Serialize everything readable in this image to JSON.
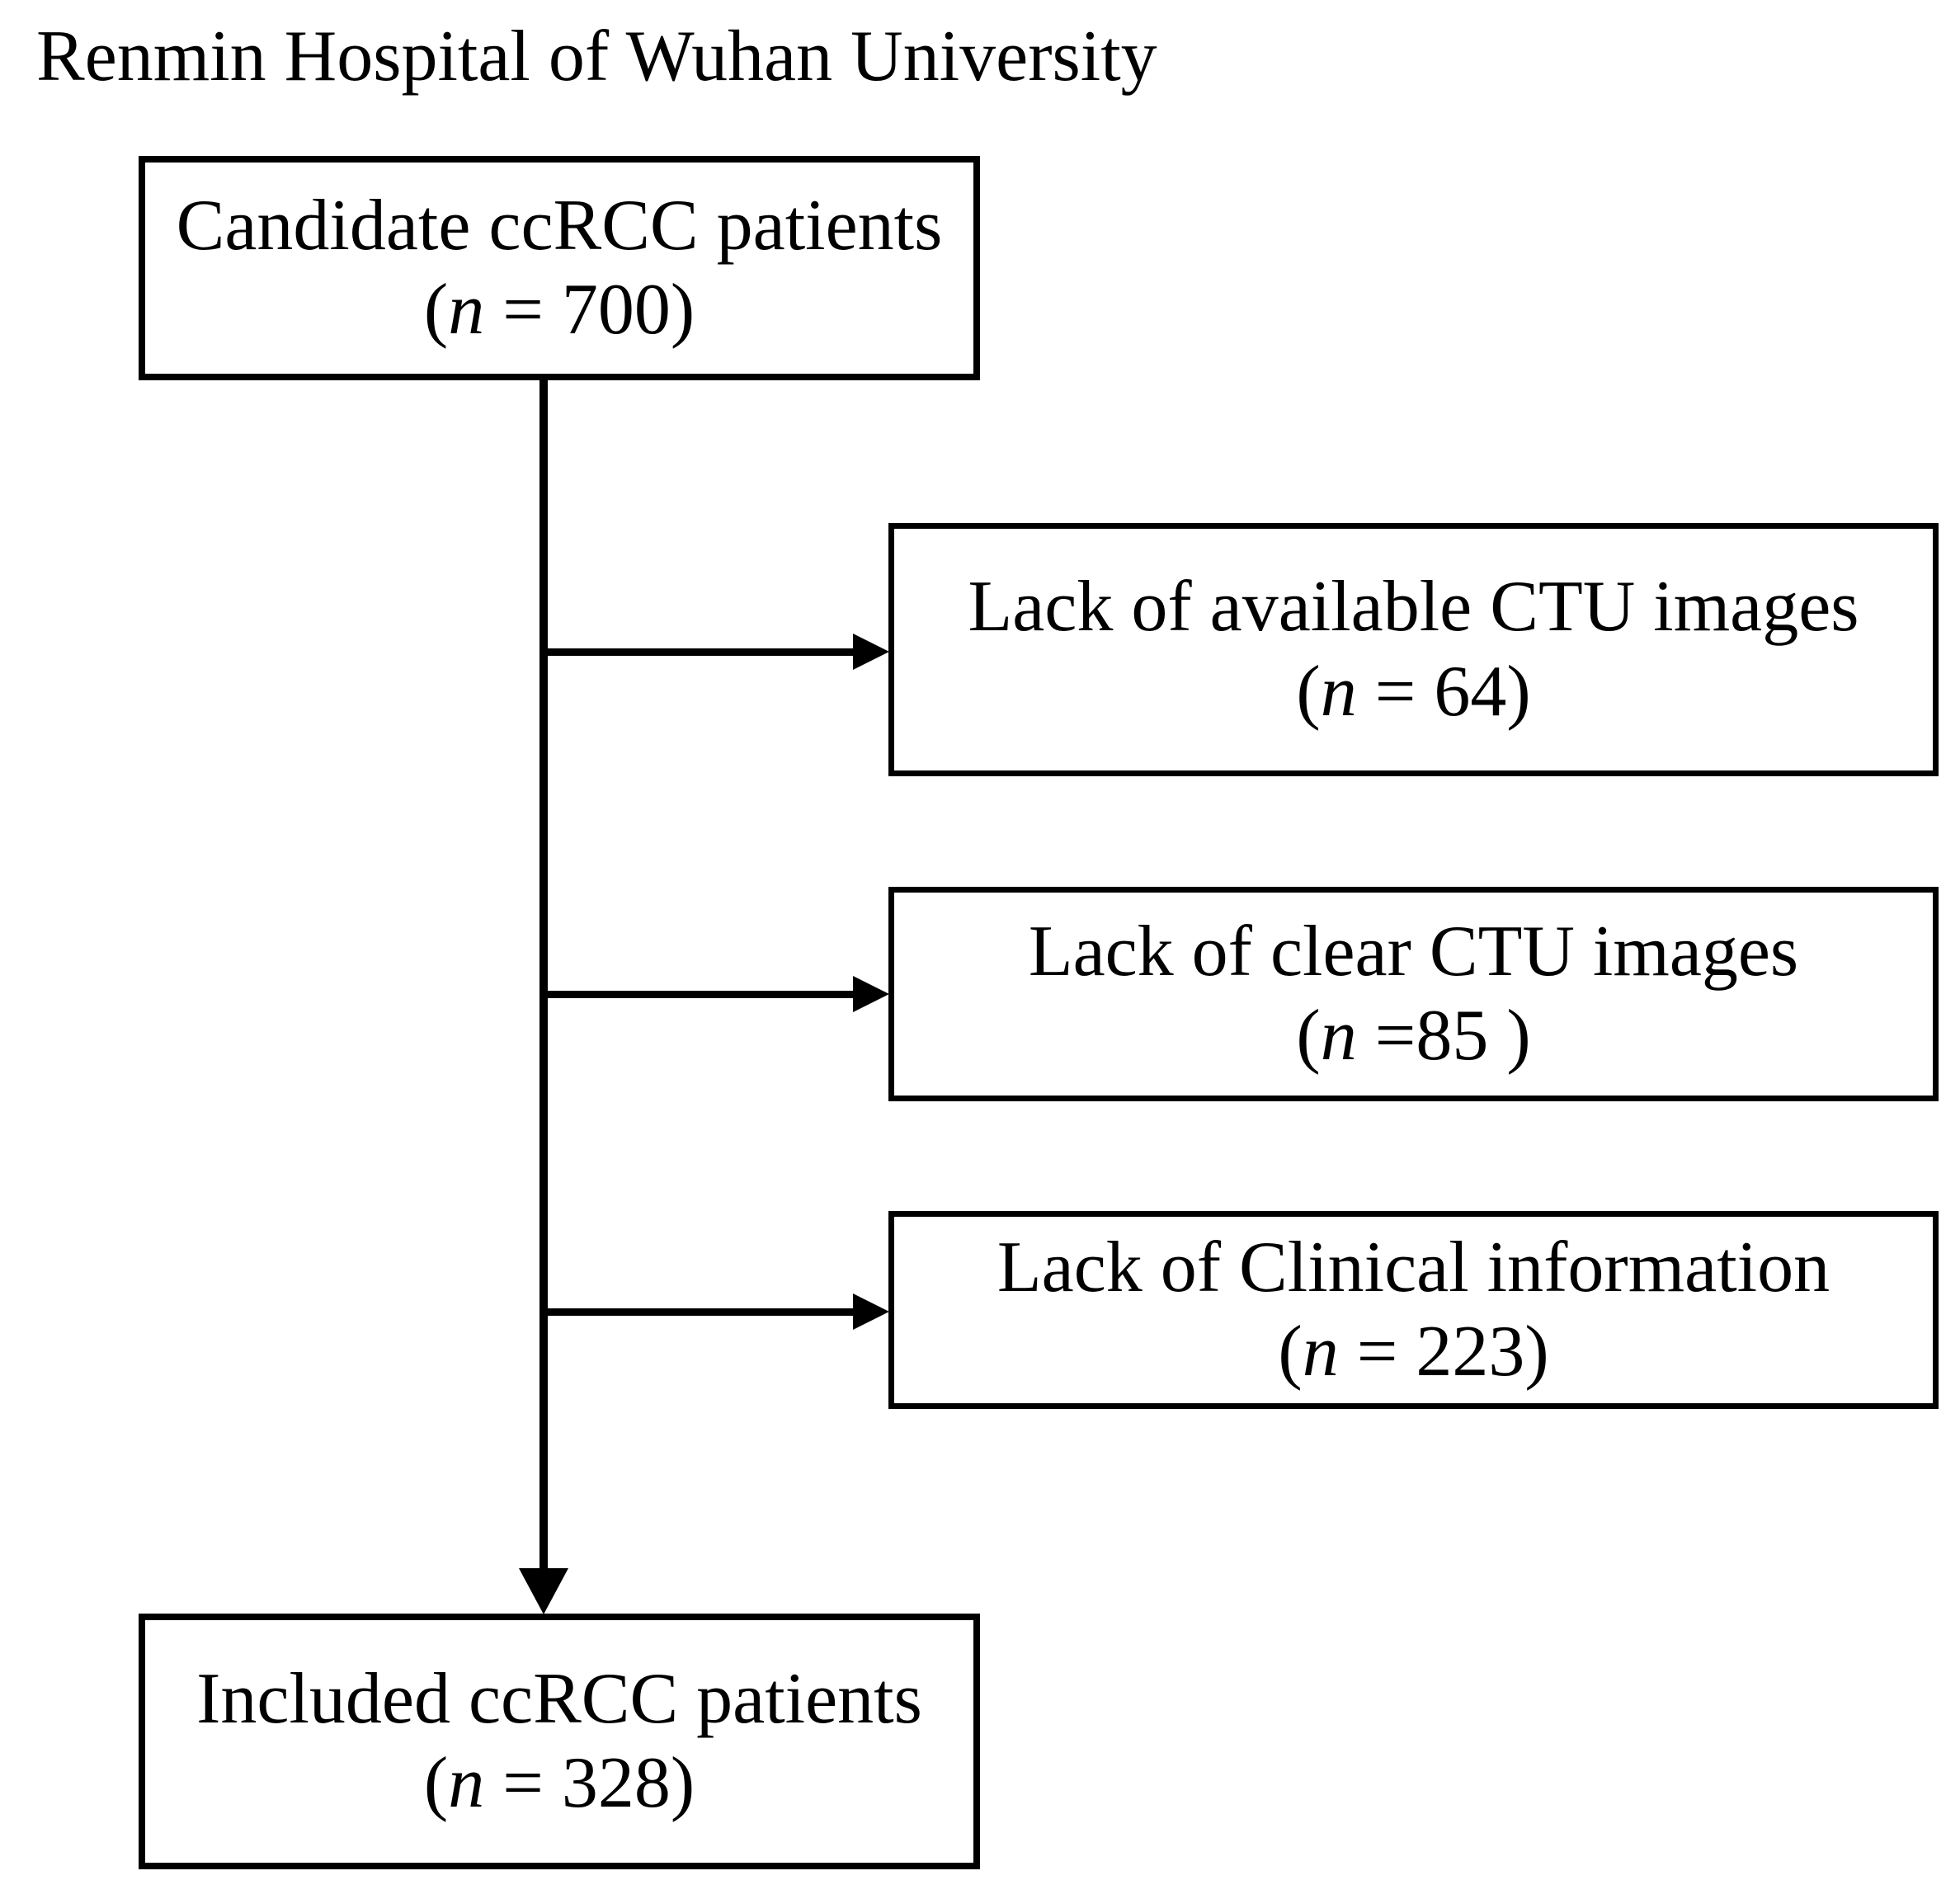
{
  "figure": {
    "title": "Renmin Hospital of Wuhan University"
  },
  "flowchart": {
    "top": {
      "label": "Candidate ccRCC patients",
      "count_open": "(",
      "count_var": "n",
      "count_rest": " = 700)"
    },
    "exclusions": [
      {
        "label": "Lack of available CTU images",
        "count_open": "(",
        "count_var": "n",
        "count_rest": " = 64)"
      },
      {
        "label": "Lack of clear CTU images",
        "count_open": "(",
        "count_var": "n",
        "count_rest": " =85 )"
      },
      {
        "label": "Lack of Clinical information",
        "count_open": "(",
        "count_var": "n",
        "count_rest": " = 223)"
      }
    ],
    "bottom": {
      "label": "Included ccRCC patients",
      "count_open": "(",
      "count_var": "n",
      "count_rest": " = 328)"
    }
  },
  "colors": {
    "foreground": "#000000",
    "background": "#ffffff"
  }
}
